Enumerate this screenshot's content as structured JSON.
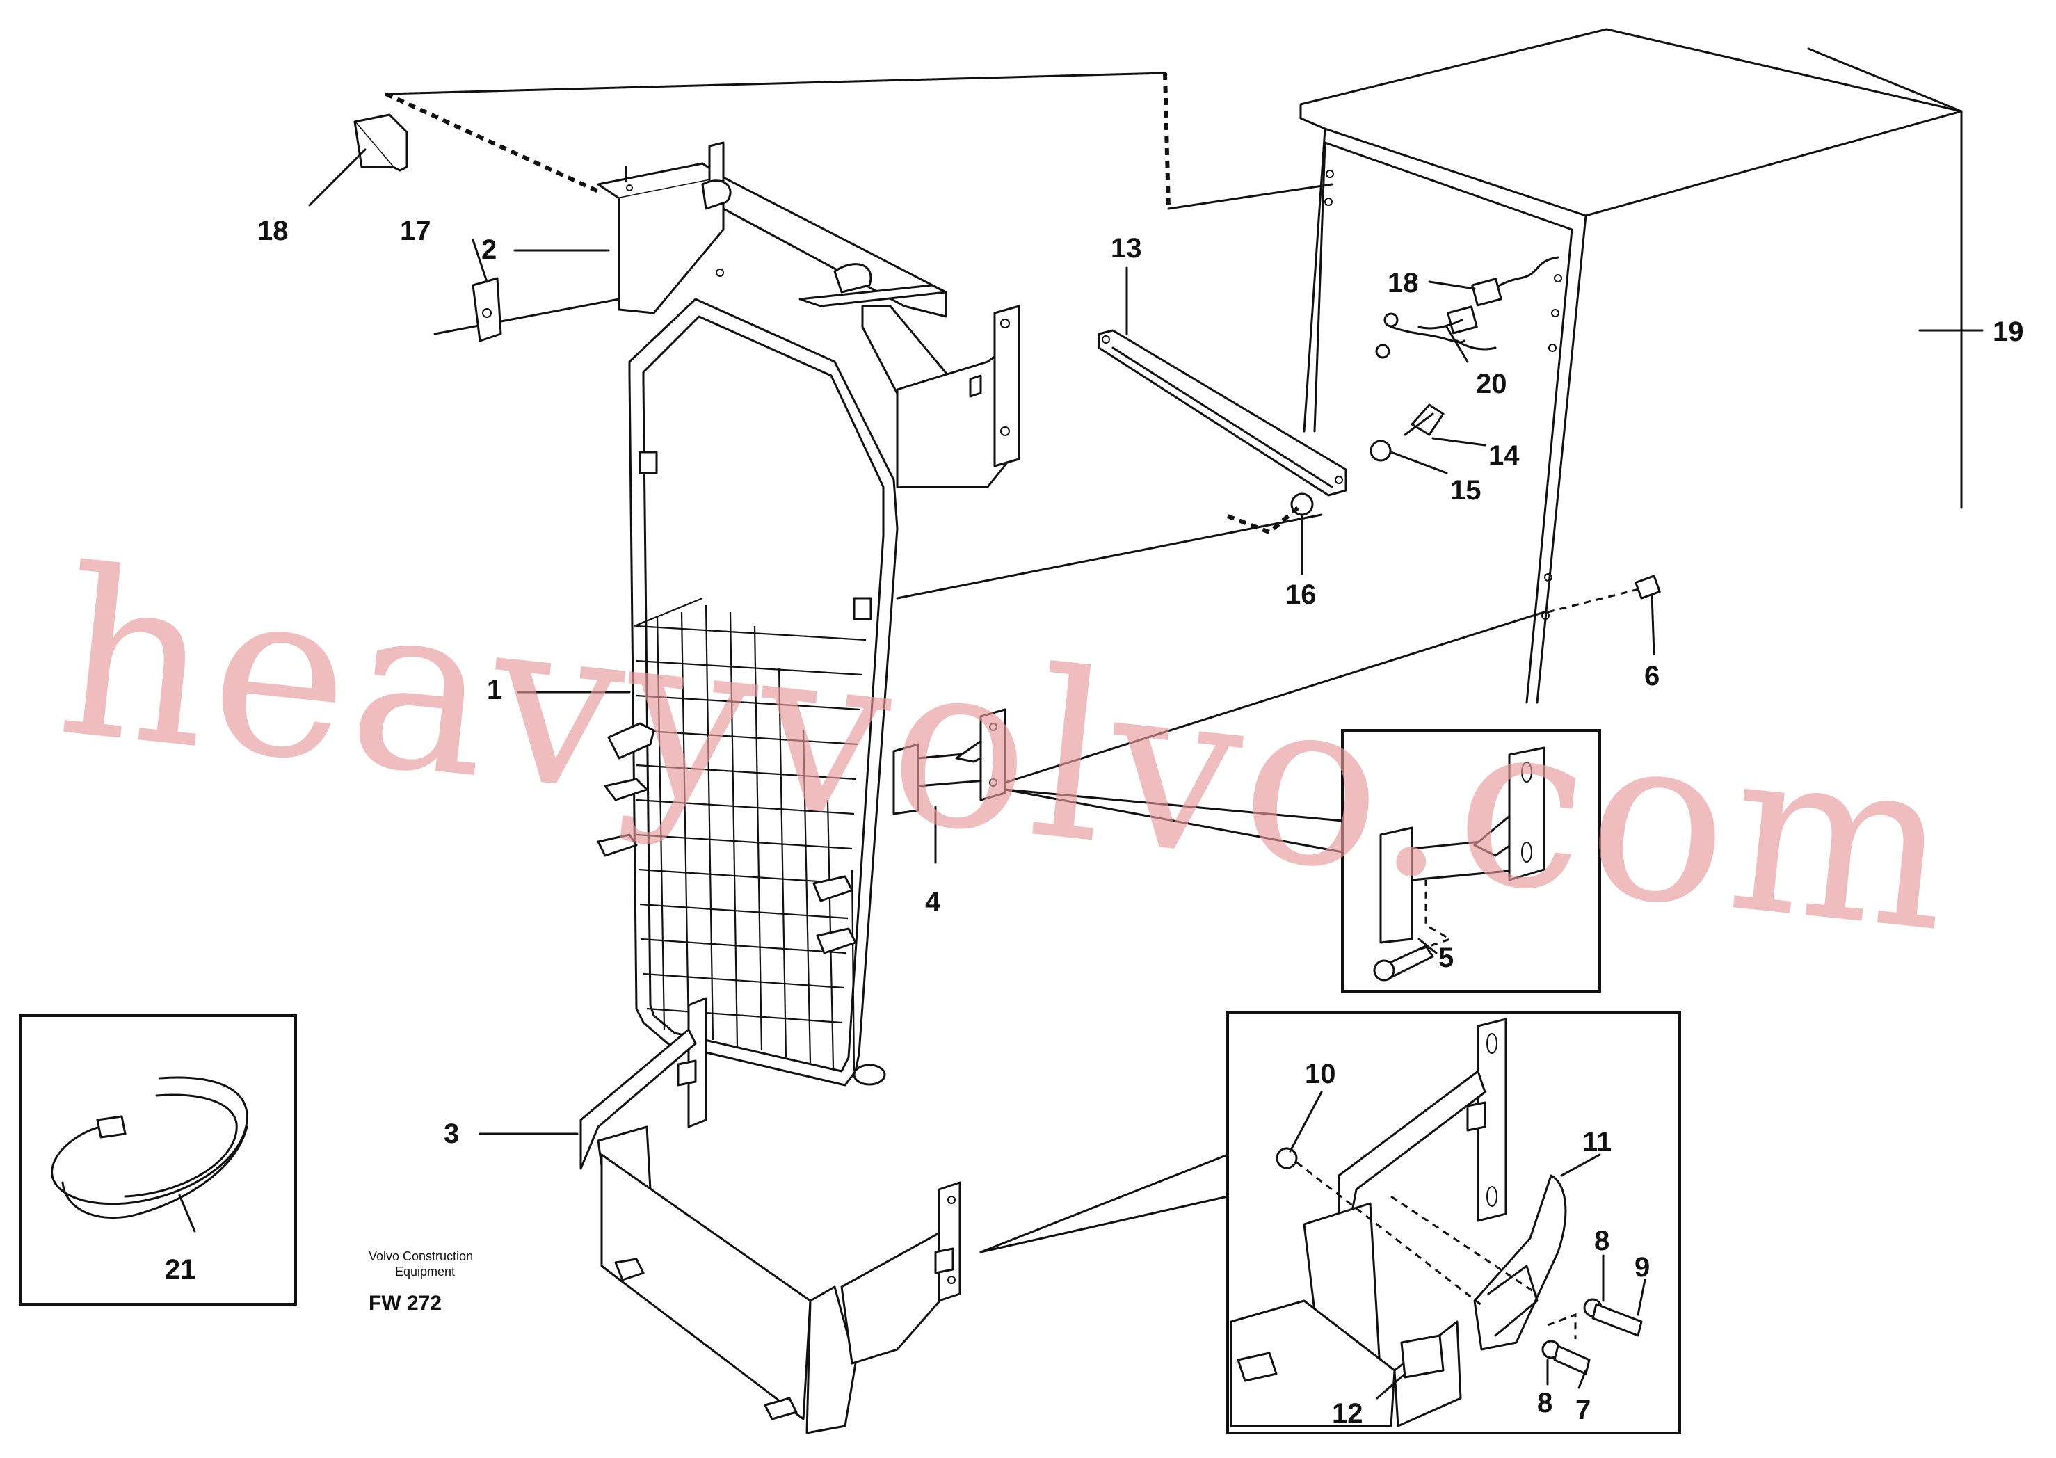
{
  "callouts": [
    {
      "id": "c1",
      "label": "1"
    },
    {
      "id": "c2",
      "label": "2"
    },
    {
      "id": "c3",
      "label": "3"
    },
    {
      "id": "c4",
      "label": "4"
    },
    {
      "id": "c5",
      "label": "5"
    },
    {
      "id": "c6",
      "label": "6"
    },
    {
      "id": "c7",
      "label": "7"
    },
    {
      "id": "c8a",
      "label": "8"
    },
    {
      "id": "c8b",
      "label": "8"
    },
    {
      "id": "c9",
      "label": "9"
    },
    {
      "id": "c10",
      "label": "10"
    },
    {
      "id": "c11",
      "label": "11"
    },
    {
      "id": "c12",
      "label": "12"
    },
    {
      "id": "c13",
      "label": "13"
    },
    {
      "id": "c14",
      "label": "14"
    },
    {
      "id": "c15",
      "label": "15"
    },
    {
      "id": "c16",
      "label": "16"
    },
    {
      "id": "c17",
      "label": "17"
    },
    {
      "id": "c18a",
      "label": "18"
    },
    {
      "id": "c18b",
      "label": "18"
    },
    {
      "id": "c19",
      "label": "19"
    },
    {
      "id": "c20",
      "label": "20"
    },
    {
      "id": "c21",
      "label": "21"
    }
  ],
  "caption": {
    "line1": "Volvo Construction",
    "line2": "Equipment",
    "code": "FW 272"
  },
  "watermark": "heavyvolvo.com"
}
